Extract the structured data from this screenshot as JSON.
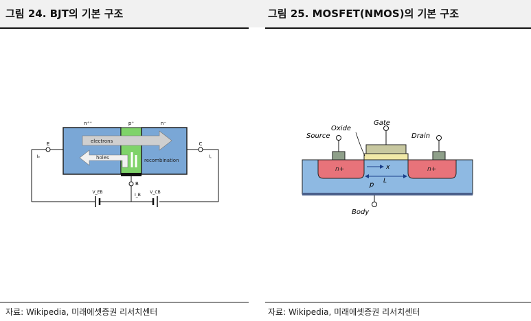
{
  "figures": [
    {
      "title": "그림 24. BJT의 기본 구조",
      "source": "자료: Wikipedia, 미래에셋증권 리서치센터",
      "diagram": {
        "region_emitter": "n⁺⁺",
        "region_base": "p⁺",
        "region_collector": "n⁻",
        "electrons": "electrons",
        "holes": "holes",
        "recombination": "recombination",
        "terminal_e": "E",
        "terminal_b": "B",
        "terminal_c": "C",
        "current_e": "Iₑ",
        "current_b": "I_B",
        "current_c": "I꜀",
        "voltage_eb": "V_EB",
        "voltage_cb": "V_CB",
        "colors": {
          "emitter": "#7aa7d6",
          "base": "#7fd36a",
          "collector": "#7aa7d6",
          "arrow": "#c9c9c9"
        }
      }
    },
    {
      "title": "그림 25. MOSFET(NMOS)의 기본 구조",
      "source": "자료: Wikipedia, 미래에셋증권 리서치센터",
      "diagram": {
        "gate": "Gate",
        "oxide": "Oxide",
        "source": "Source",
        "drain": "Drain",
        "body": "Body",
        "n_left": "n+",
        "n_right": "n+",
        "p_region": "p",
        "x_label": "x",
        "l_label": "L",
        "colors": {
          "substrate": "#8eb9e2",
          "n_region": "#e8737a",
          "oxide": "#f1e9a8",
          "gate": "#c8c8a0",
          "contact": "#8fa08a"
        }
      }
    }
  ]
}
